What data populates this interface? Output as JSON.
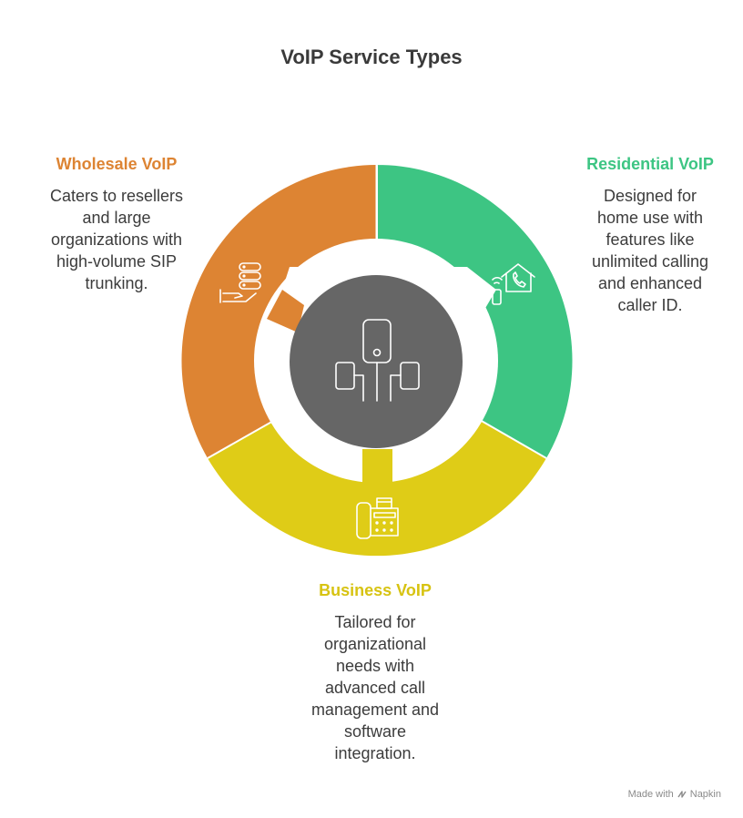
{
  "title": "VoIP Service Types",
  "colors": {
    "wholesale": "#DD8433",
    "residential": "#3DC583",
    "business": "#DFCC17",
    "center": "#666666",
    "title": "#3A3A3A",
    "body_text": "#3C3C3C"
  },
  "segments": [
    {
      "id": "wholesale",
      "heading": "Wholesale VoIP",
      "description": "Caters to resellers and large organizations with high-volume SIP trunking.",
      "lines": [
        "Caters to resellers",
        "and large",
        "organizations with",
        "high-volume SIP",
        "trunking."
      ],
      "icon": "server-hand-icon"
    },
    {
      "id": "residential",
      "heading": "Residential VoIP",
      "description": "Designed for home use with features like unlimited calling and enhanced caller ID.",
      "lines": [
        "Designed for",
        "home use with",
        "features like",
        "unlimited calling",
        "and enhanced",
        "caller ID."
      ],
      "icon": "home-phone-icon"
    },
    {
      "id": "business",
      "heading": "Business VoIP",
      "description": "Tailored for organizational needs with advanced call management and software integration.",
      "lines": [
        "Tailored for",
        "organizational",
        "needs with",
        "advanced call",
        "management and",
        "software",
        "integration."
      ],
      "icon": "desk-phone-icon"
    }
  ],
  "center_icon": "network-devices-icon",
  "watermark": {
    "prefix": "Made with",
    "brand": "Napkin"
  }
}
